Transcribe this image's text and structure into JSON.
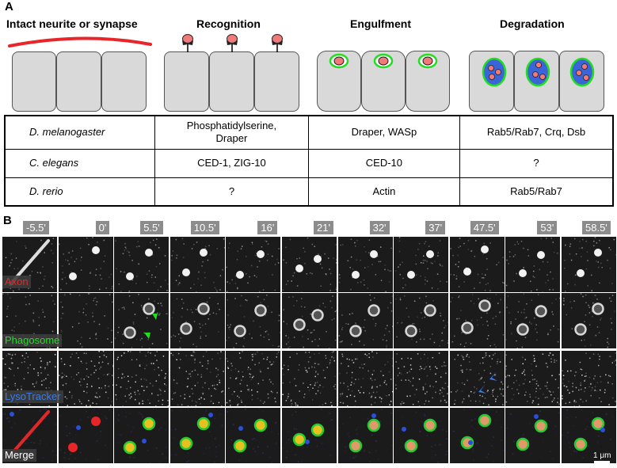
{
  "panelA": {
    "letter": "A",
    "stages": [
      {
        "title": "Intact neurite or synapse"
      },
      {
        "title": "Recognition"
      },
      {
        "title": "Engulfment"
      },
      {
        "title": "Degradation"
      }
    ],
    "table": [
      {
        "species": "D. melanogaster",
        "recognition": "Phosphatidylserine,",
        "recognition2": "Draper",
        "engulfment": "Draper, WASp",
        "degradation": "Rab5/Rab7, Crq, Dsb"
      },
      {
        "species": "C. elegans",
        "recognition": "CED-1, ZIG-10",
        "recognition2": "",
        "engulfment": "CED-10",
        "degradation": "?"
      },
      {
        "species": "D. rerio",
        "recognition": "?",
        "recognition2": "",
        "engulfment": "Actin",
        "degradation": "Rab5/Rab7"
      }
    ],
    "colors": {
      "neurite": "#e8262a",
      "debris": "#f07a7a",
      "phagosome_ring": "#22dd22",
      "lysosome": "#3a64d8",
      "cell": "#d9d9d9"
    }
  },
  "panelB": {
    "letter": "B",
    "timepoints": [
      "-5.5'",
      "0'",
      "5.5'",
      "10.5'",
      "16'",
      "21'",
      "32'",
      "37'",
      "47.5'",
      "53'",
      "58.5'"
    ],
    "rows": [
      {
        "label": "Axon",
        "color": "#e8262a"
      },
      {
        "label": "Phagosome",
        "color": "#22dd22"
      },
      {
        "label": "LysoTracker",
        "color": "#3a7be8"
      },
      {
        "label": "Merge",
        "color": "#ffffff"
      }
    ],
    "scale_bar": "1 μm"
  }
}
